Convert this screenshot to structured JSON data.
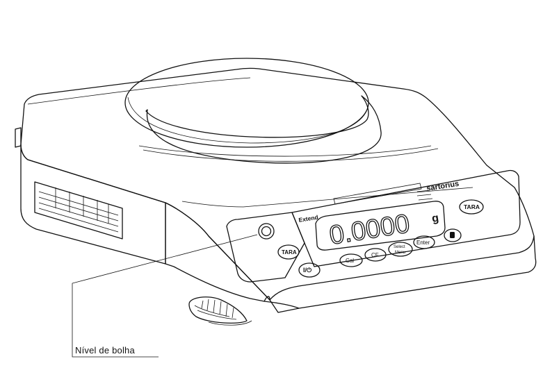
{
  "callout": {
    "label": "Nível de bolha"
  },
  "brand": "sartorius",
  "model_label": "Extend",
  "display": {
    "reading": "0.0000",
    "unit": "g"
  },
  "buttons": {
    "tara_left": "TARA",
    "tara_right": "TARA",
    "power": "I/⏻",
    "cal": "Cal",
    "cf": "CF",
    "select_top": "Select",
    "select_bottom": "Menu",
    "enter": "Enter"
  }
}
